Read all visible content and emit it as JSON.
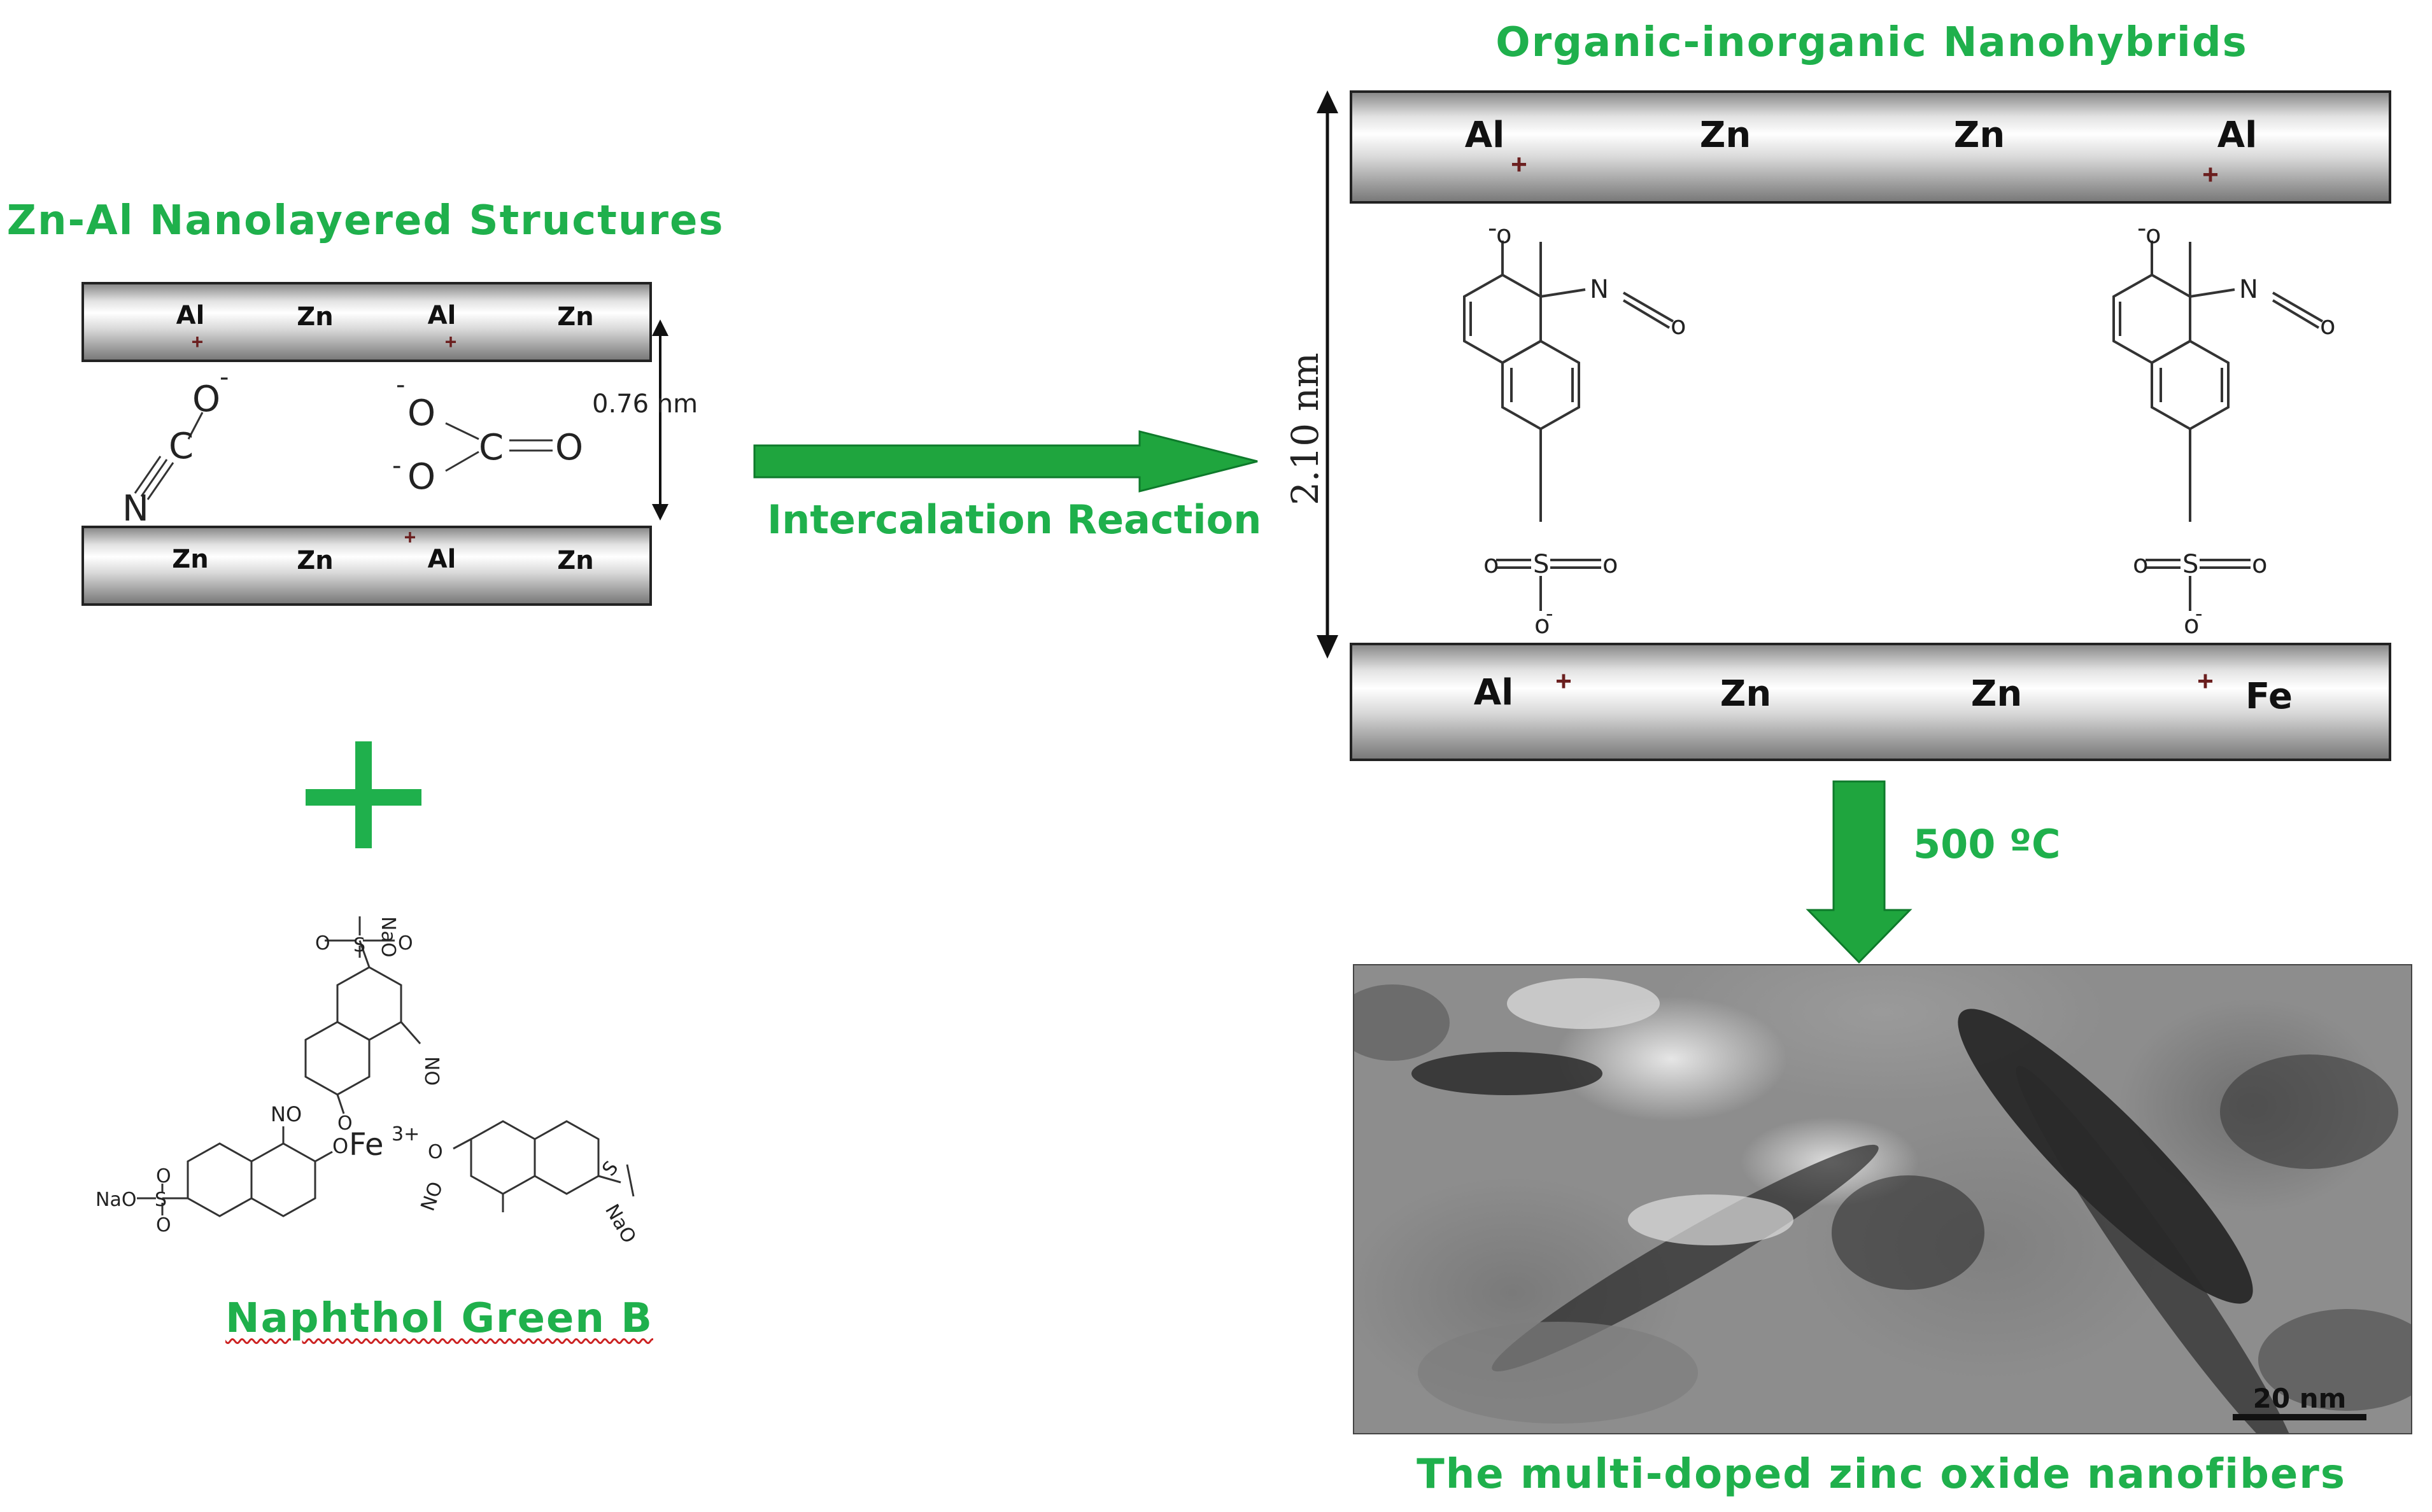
{
  "titles": {
    "left": "Zn-Al Nanolayered Structures",
    "right": "Organic-inorganic Nanohybrids",
    "naphthol": "Naphthol Green B",
    "bottom": "The multi-doped zinc oxide nanofibers"
  },
  "arrows": {
    "intercalation": "Intercalation Reaction",
    "temperature": "500 ºC"
  },
  "left_structure": {
    "top_bar": {
      "m1": "Al",
      "m2": "Zn",
      "m3": "Al",
      "m4": "Zn"
    },
    "bottom_bar": {
      "m1": "Zn",
      "m2": "Zn",
      "m3": "Al",
      "m4": "Zn"
    },
    "plus": "+",
    "spacing": "0.76 nm",
    "cyanate": {
      "n": "N",
      "c": "C",
      "o": "O",
      "charge": "-"
    },
    "carbonate": {
      "o1": "O",
      "o2": "O",
      "o3": "O",
      "c": "C",
      "charge": "-"
    }
  },
  "right_structure": {
    "top_bar": {
      "m1": "Al",
      "m2": "Zn",
      "m3": "Zn",
      "m4": "Al"
    },
    "bottom_bar": {
      "m1": "Al",
      "m2": "Zn",
      "m3": "Zn",
      "m4": "Fe"
    },
    "plus": "+",
    "spacing": "2.10 nm",
    "atoms": {
      "o": "o",
      "n": "N",
      "s": "S",
      "charge": "-"
    }
  },
  "naphthol_complex": {
    "fe": "Fe",
    "fe_charge": "3+",
    "nao": "NaO",
    "no": "NO",
    "s": "S",
    "o": "O"
  },
  "tem": {
    "scale": "20 nm"
  }
}
